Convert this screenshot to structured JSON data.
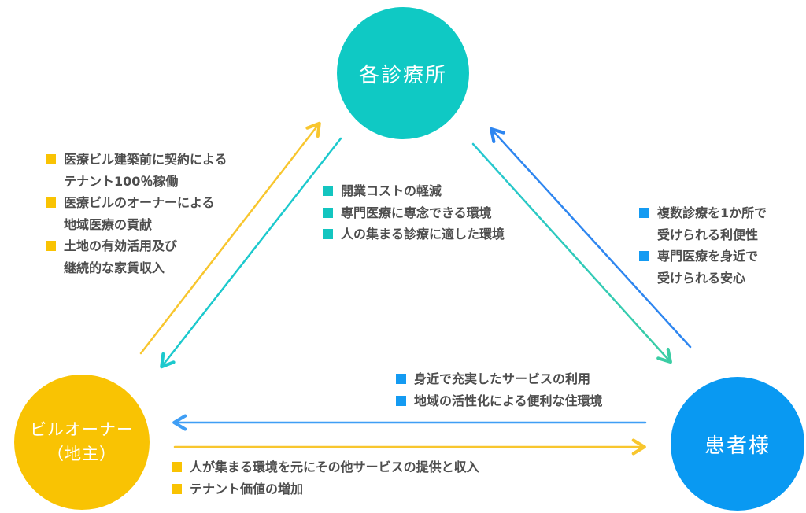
{
  "colors": {
    "teal": "#0fc9c4",
    "yellow": "#f9c303",
    "blue": "#0999f2",
    "text": "#4d4d4d",
    "arrow-yellow": "#f8c62e",
    "arrow-teal": "#1cc9cd",
    "arrow-teal-green": "#3bcda4",
    "arrow-blue": "#2e86f0",
    "arrow-blue-light": "#3f9ef5",
    "bullet-yellow": "#f9c303",
    "bullet-teal": "#13c5c0",
    "bullet-blue": "#149bf2"
  },
  "nodes": {
    "clinic": {
      "label": "各診療所",
      "color": "#0fc9c4"
    },
    "owner": {
      "label_line1": "ビルオーナー",
      "label_line2": "（地主）",
      "color": "#f9c303"
    },
    "patient": {
      "label": "患者様",
      "color": "#0999f2"
    }
  },
  "arrows": [
    {
      "name": "owner-to-clinic",
      "color": "#f8c62e",
      "direction": "up-right"
    },
    {
      "name": "clinic-to-owner",
      "color": "#1cc9cd",
      "direction": "down-left"
    },
    {
      "name": "patient-to-clinic",
      "color": "#2e86f0",
      "direction": "up-left"
    },
    {
      "name": "clinic-to-patient",
      "color": "#3bcda4",
      "direction": "down-right"
    },
    {
      "name": "patient-to-owner",
      "color": "#3f9ef5",
      "direction": "left"
    },
    {
      "name": "owner-to-patient",
      "color": "#f8c62e",
      "direction": "right"
    }
  ],
  "lists": {
    "owner_to_clinic": {
      "bullet_color": "#f9c303",
      "items": [
        {
          "lines": [
            "医療ビル建築前に契約による",
            "テナント100％稼働"
          ]
        },
        {
          "lines": [
            "医療ビルのオーナーによる",
            "地域医療の貢献"
          ]
        },
        {
          "lines": [
            "土地の有効活用及び",
            "継続的な家賃収入"
          ]
        }
      ]
    },
    "clinic_benefits": {
      "bullet_color": "#13c5c0",
      "items": [
        {
          "lines": [
            "開業コストの軽減"
          ]
        },
        {
          "lines": [
            "専門医療に専念できる環境"
          ]
        },
        {
          "lines": [
            "人の集まる診療に適した環境"
          ]
        }
      ]
    },
    "patient_benefits_right": {
      "bullet_color": "#149bf2",
      "items": [
        {
          "lines": [
            "複数診療を1か所で",
            "受けられる利便性"
          ]
        },
        {
          "lines": [
            "専門医療を身近で",
            "受けられる安心"
          ]
        }
      ]
    },
    "patient_benefits_bottom": {
      "bullet_color": "#149bf2",
      "items": [
        {
          "lines": [
            "身近で充実したサービスの利用"
          ]
        },
        {
          "lines": [
            "地域の活性化による便利な住環境"
          ]
        }
      ]
    },
    "owner_benefits_bottom": {
      "bullet_color": "#f9c303",
      "items": [
        {
          "lines": [
            "人が集まる環境を元にその他サービスの提供と収入"
          ]
        },
        {
          "lines": [
            "テナント価値の増加"
          ]
        }
      ]
    }
  }
}
